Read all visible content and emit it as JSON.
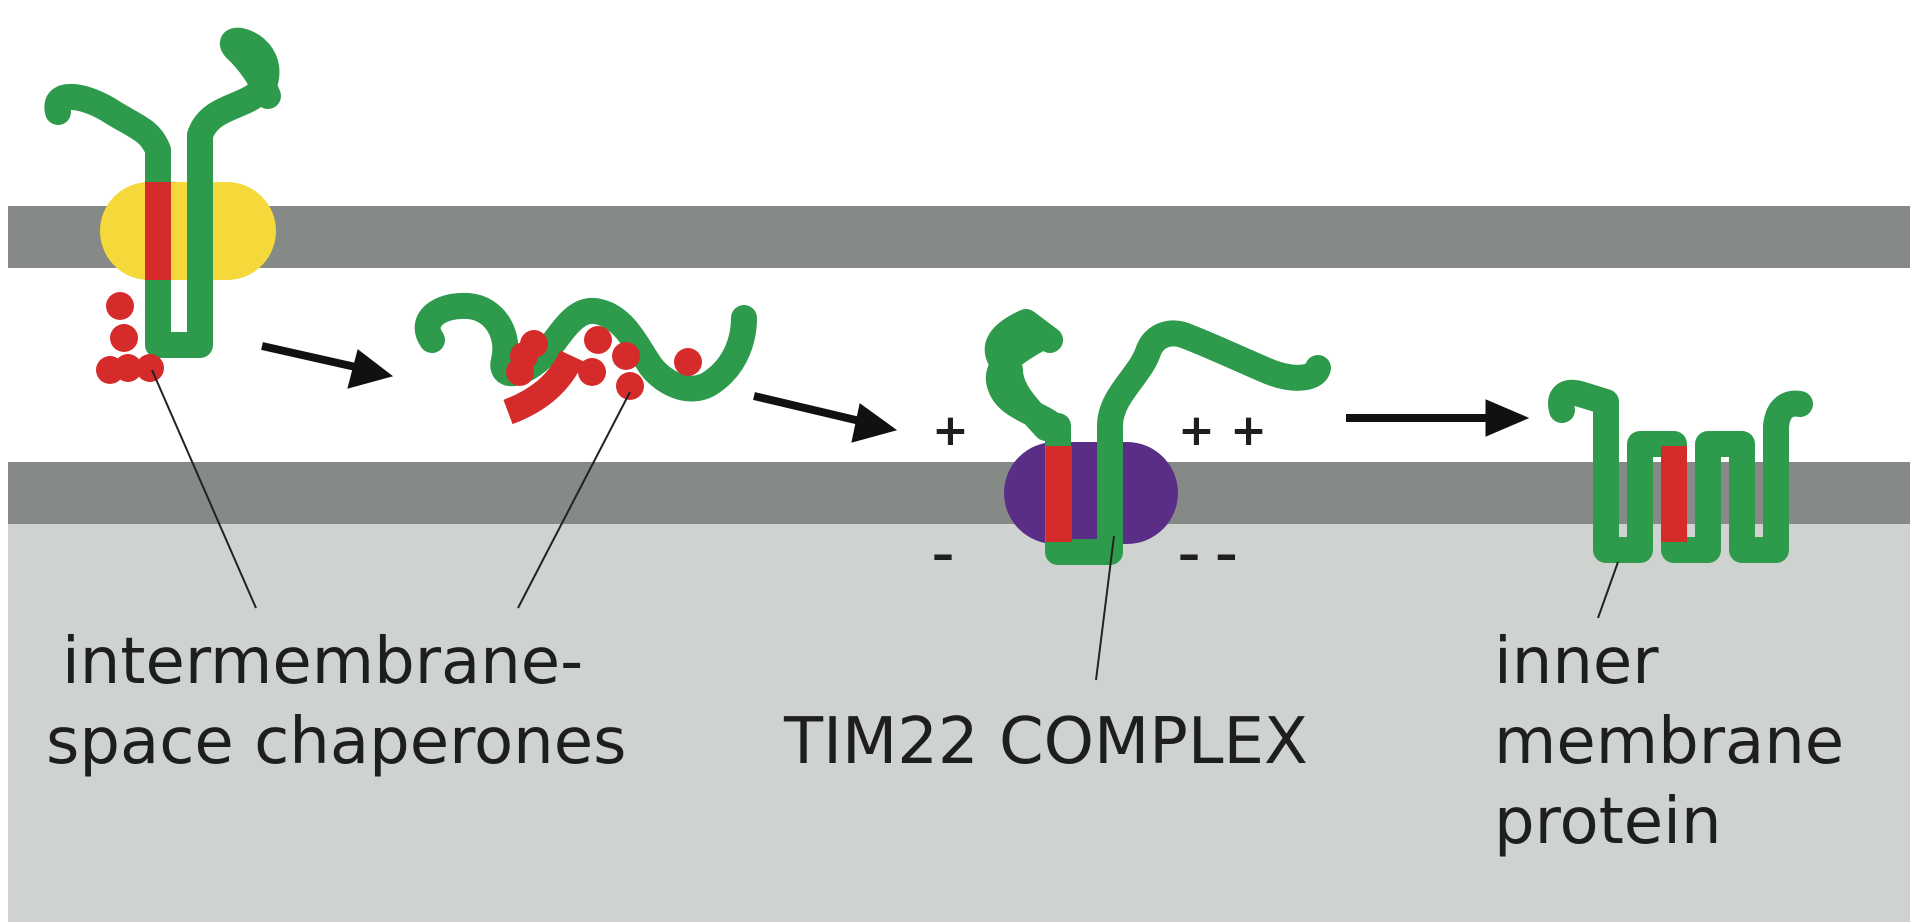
{
  "labels": {
    "chaperones_line1": "intermembrane-",
    "chaperones_line2": "space chaperones",
    "tim22": "TIM22 COMPLEX",
    "inner_line1": "inner",
    "inner_line2": "membrane",
    "inner_line3": "protein"
  },
  "charges": {
    "plus_left": "+",
    "plus_right": "+ +",
    "minus_left": "–",
    "minus_right": "– –"
  },
  "colors": {
    "membrane": "#868a87",
    "matrix": "#cfd3cf",
    "protein": "#2e9a4c",
    "signal_segment": "#d52b2b",
    "chaperone": "#d52b2b",
    "tom_complex": "#f5d93a",
    "tim22_complex": "#5a2e86",
    "arrow": "#111111",
    "leader_line": "#222222"
  }
}
